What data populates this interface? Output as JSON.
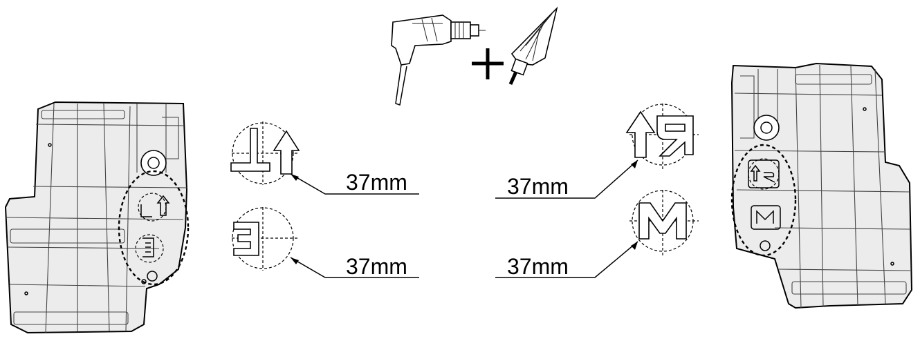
{
  "labels": {
    "left_top": "37mm",
    "left_bottom": "37mm",
    "right_top": "37mm",
    "right_bottom": "37mm"
  },
  "icons": [
    "drill-icon",
    "plus-icon",
    "step-drill-bit-icon",
    "left-underbody-panel",
    "right-underbody-panel"
  ]
}
